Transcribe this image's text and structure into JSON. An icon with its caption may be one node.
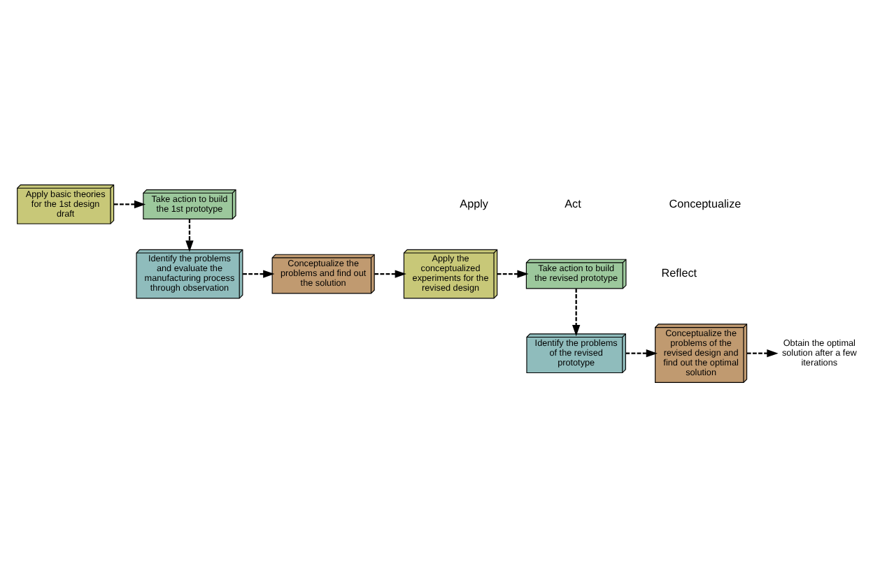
{
  "diagram": {
    "nodes": [
      {
        "text": [
          "Apply basic theories for the 1st design draft"
        ]
      },
      {
        "text": [
          "Take action to build the 1st prototype"
        ]
      },
      {
        "text": [
          "Identify the problems and evaluate the manufacturing process through observation"
        ]
      },
      {
        "text": [
          "Conceptualize the problems and find out the solution"
        ]
      },
      {
        "text": [
          "Apply the conceptualized experiments for the revised design"
        ]
      },
      {
        "text": [
          "Take action to build the revised prototype"
        ]
      },
      {
        "text": [
          "Identify the problems of the revised prototype"
        ]
      },
      {
        "text": [
          "Conceptualize the problems of the revised design and find out the optimal solution"
        ]
      },
      {
        "text": [
          "Obtain the optimal solution after a few iterations"
        ]
      }
    ],
    "edges": [
      {
        "from": 0,
        "to": 1,
        "arrow": "to",
        "style": "dashed"
      },
      {
        "from": 1,
        "to": 2,
        "arrow": "to",
        "style": "dashed"
      },
      {
        "from": 2,
        "to": 3,
        "arrow": "to",
        "style": "dashed"
      },
      {
        "from": 3,
        "to": 4,
        "arrow": "to",
        "style": "dashed"
      },
      {
        "from": 4,
        "to": 5,
        "arrow": "to",
        "style": "dashed"
      },
      {
        "from": 5,
        "to": 6,
        "arrow": "to",
        "style": "dashed"
      },
      {
        "from": 6,
        "to": 7,
        "arrow": "to",
        "style": "dashed"
      },
      {
        "from": 7,
        "to": 8,
        "arrow": "to",
        "style": "dashed"
      }
    ],
    "labels": [
      "Apply",
      "Act",
      "Conceptualize",
      "Reflect"
    ]
  }
}
